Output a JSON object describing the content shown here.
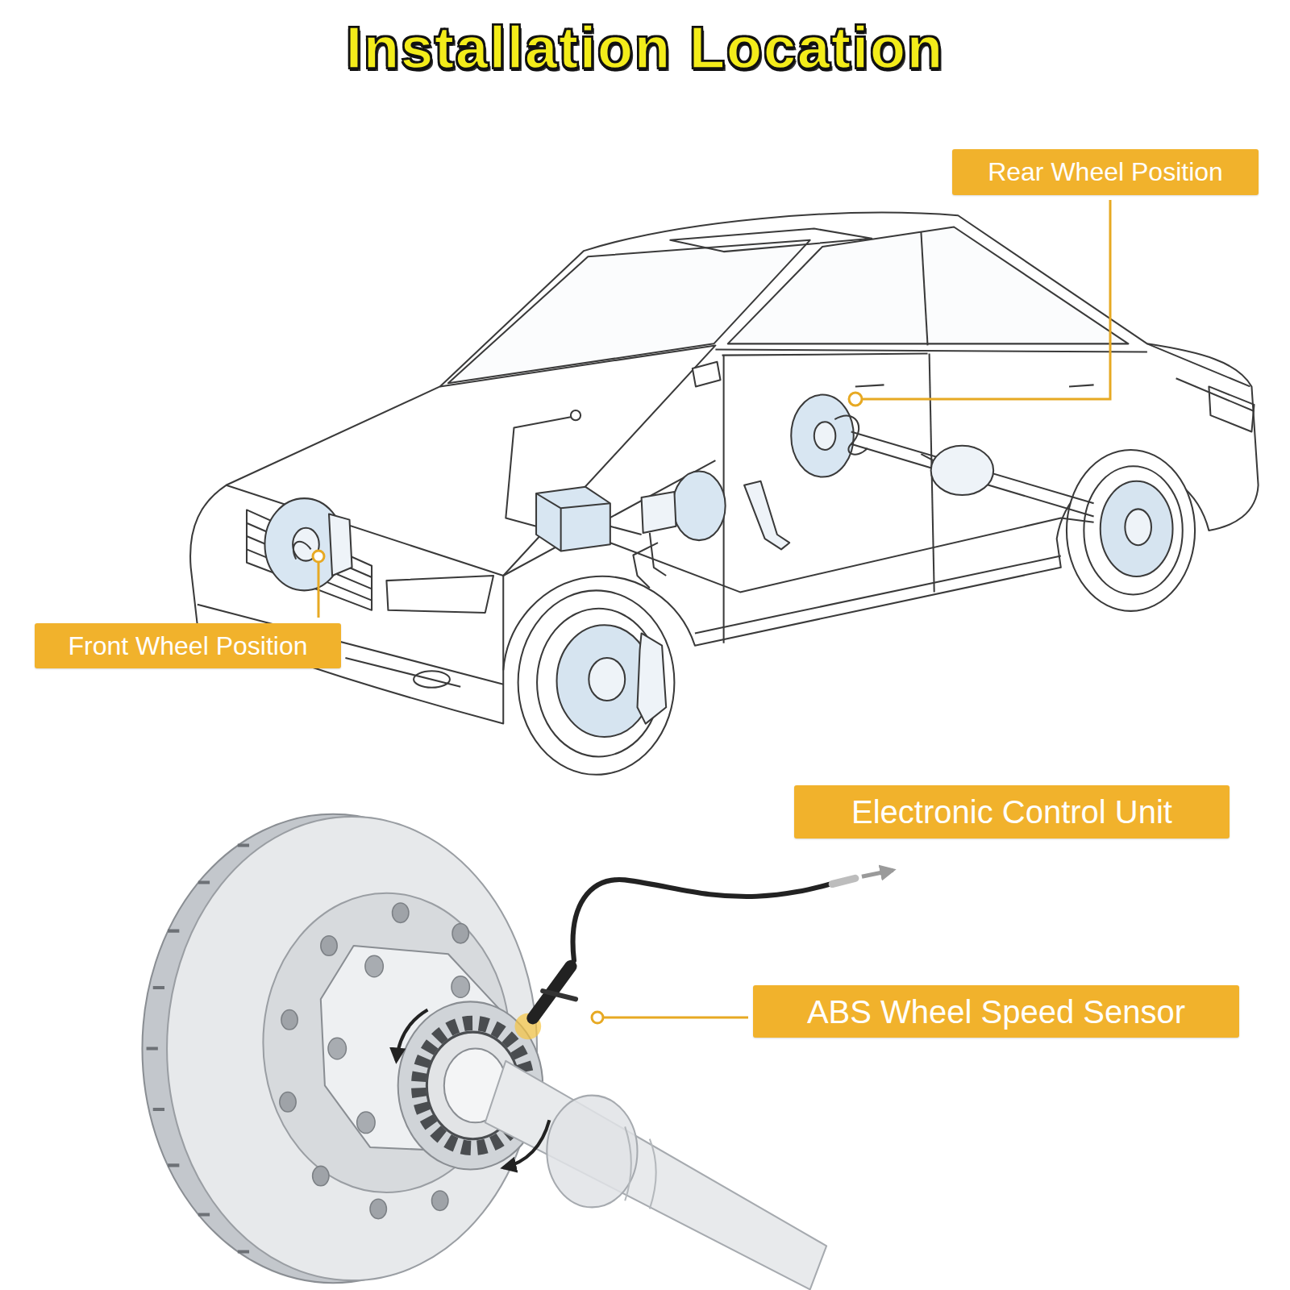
{
  "diagram": {
    "title": "Installation Location",
    "nodes": [
      {
        "text": [
          "Rear Wheel Position"
        ]
      },
      {
        "text": [
          "Front Wheel Position"
        ]
      },
      {
        "text": [
          "Electronic Control Unit"
        ]
      },
      {
        "text": [
          "ABS Wheel Speed Sensor"
        ]
      }
    ]
  }
}
